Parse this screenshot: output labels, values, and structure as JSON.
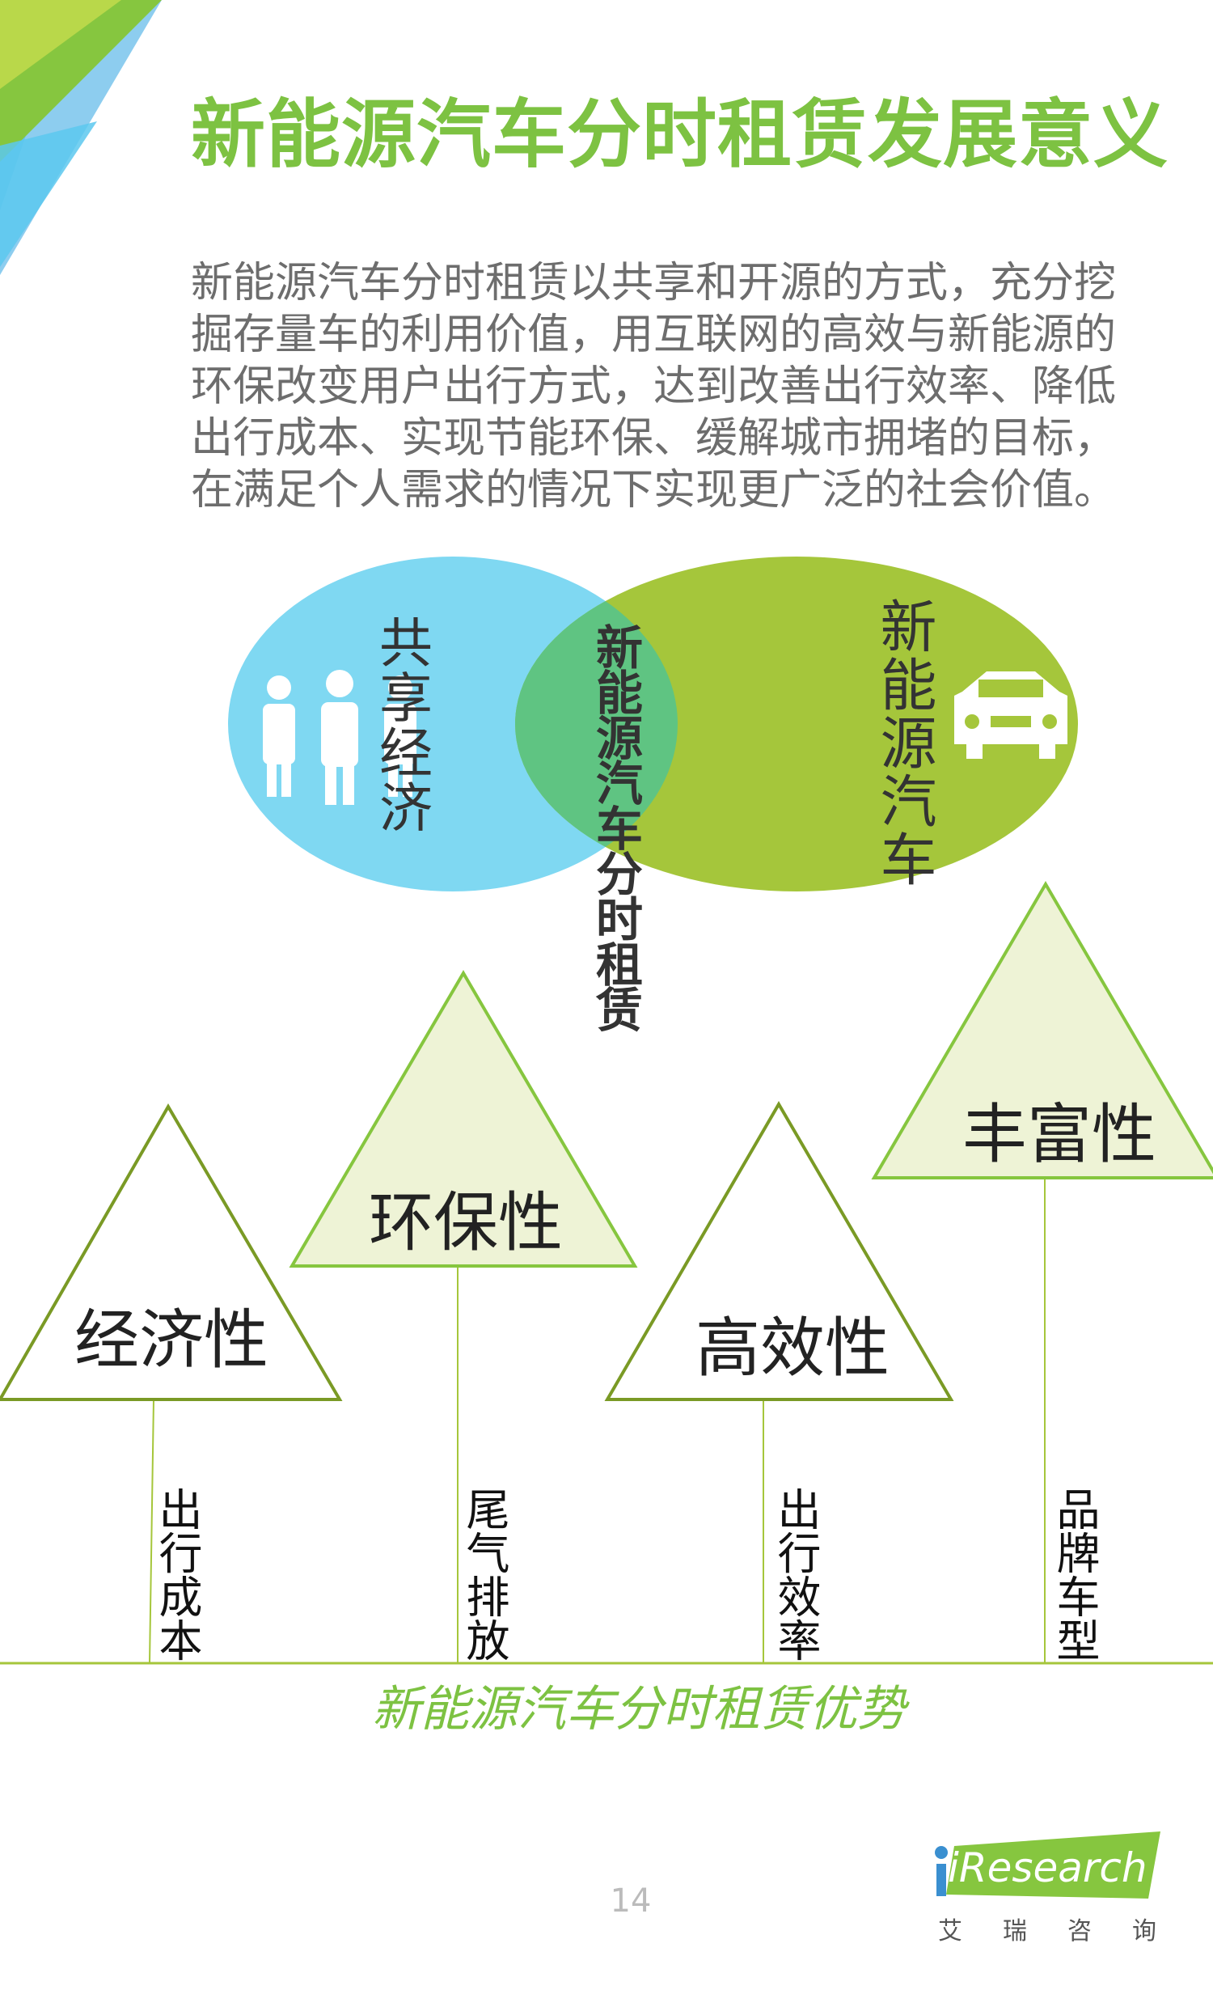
{
  "page": {
    "title": "新能源汽车分时租赁发展意义",
    "intro_lines": [
      "新能源汽车分时租赁以共享和开源的方式，充分挖",
      "掘存量车的利用价值，用互联网的高效与新能源的",
      "环保改变用户出行方式，达到改善出行效率、降低",
      "出行成本、实现节能环保、缓解城市拥堵的目标，",
      "在满足个人需求的情况下实现更广泛的社会价值。"
    ],
    "page_number": "14",
    "colors": {
      "title": "#7dc242",
      "ellipse_left": "#7fd8f2",
      "ellipse_right": "#a5c63b",
      "ellipse_overlap": "#5fc482",
      "triangle_fill": "#eef3d6",
      "triangle_stroke": "#7a9a25"
    }
  },
  "venn": {
    "left_label": "共享经济",
    "right_label": "新能源汽车",
    "center_label": "新能源汽车分时租赁",
    "left_icon": "people-icon",
    "right_icon": "car-icon"
  },
  "advantages": [
    {
      "label": "经济性",
      "detail": "出行成本"
    },
    {
      "label": "环保性",
      "detail": "尾气排放"
    },
    {
      "label": "高效性",
      "detail": "出行效率"
    },
    {
      "label": "丰富性",
      "detail": "品牌车型"
    }
  ],
  "caption": "新能源汽车分时租赁优势",
  "logo": {
    "name": "iResearch",
    "subtitle": "艾瑞咨询"
  }
}
